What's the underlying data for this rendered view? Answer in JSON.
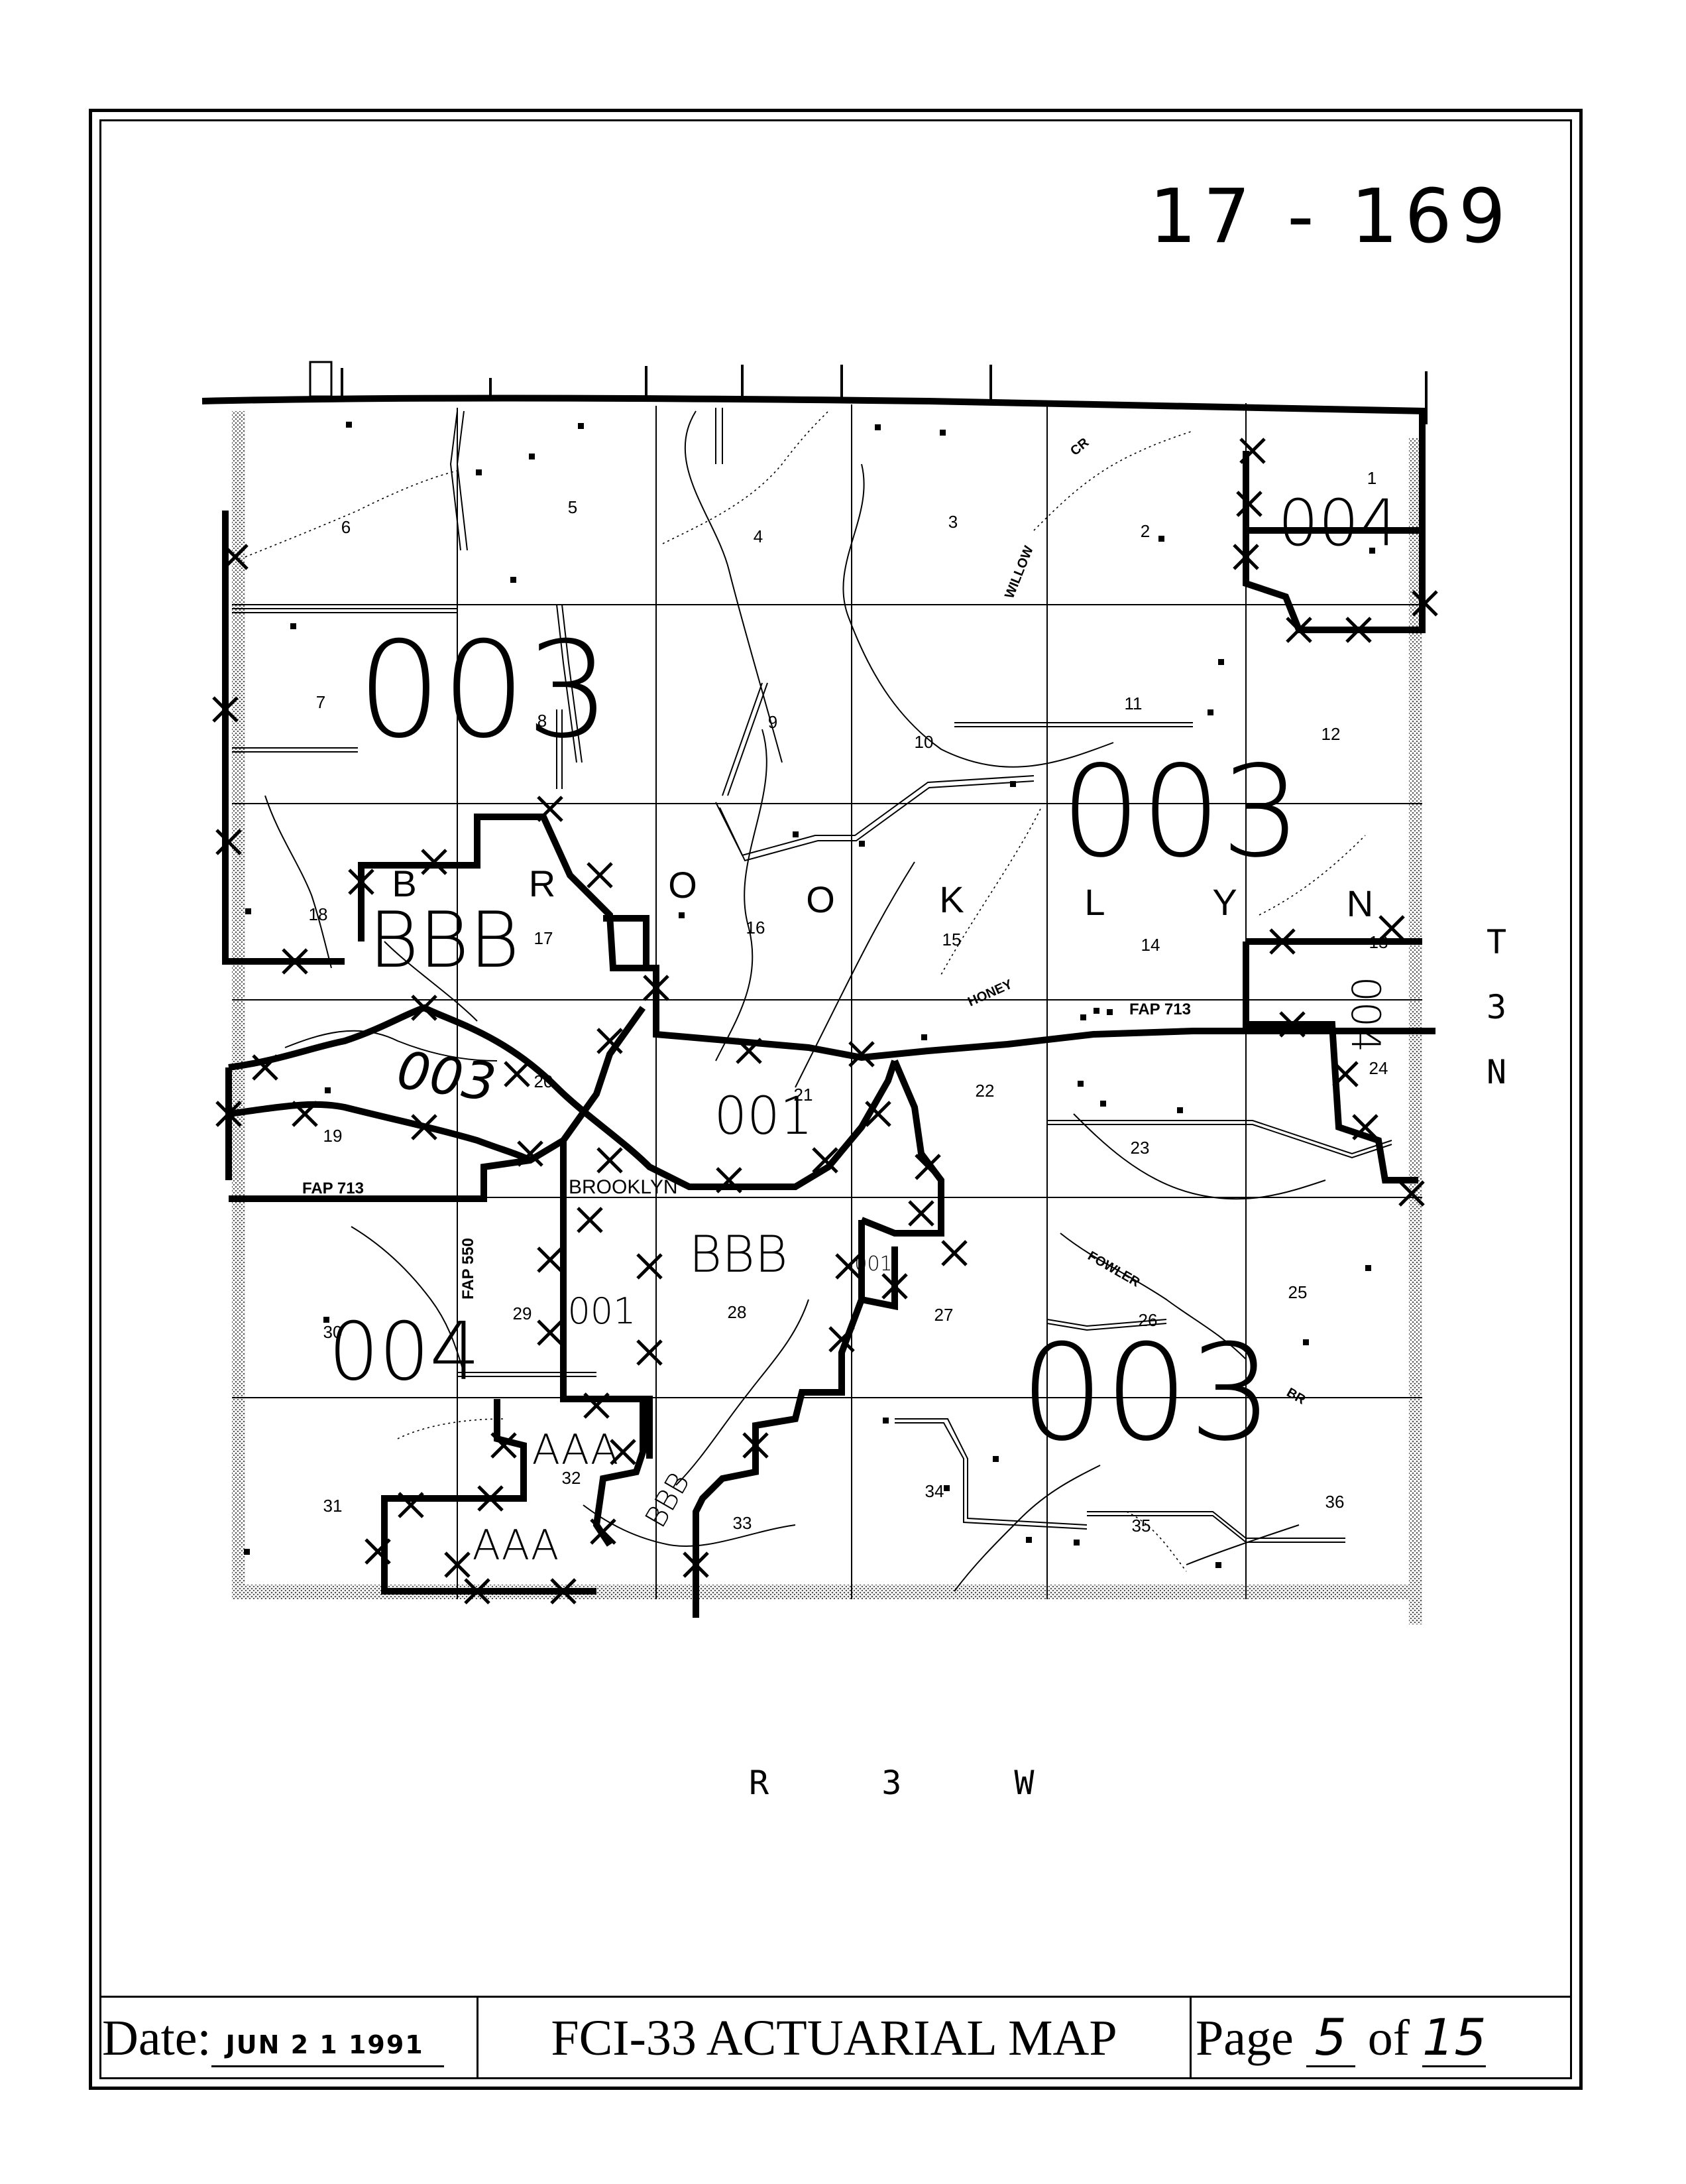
{
  "map_id": "17 - 169",
  "township_name_letters": [
    "B",
    "R",
    "O",
    "O",
    "K",
    "L",
    "Y",
    "N"
  ],
  "range_label": "R 3 W",
  "township_label": [
    "T",
    "3",
    "N"
  ],
  "town_name": "BROOKLYN",
  "roads": {
    "fap713_east": "FAP 713",
    "fap713_west": "FAP 713",
    "fap550": "FAP 550"
  },
  "creeks": {
    "willow": "WILLOW",
    "willow_cr": "CR",
    "honey": "HONEY",
    "fowler": "FOWLER",
    "fowler_br": "BR"
  },
  "sections": [
    "1",
    "2",
    "3",
    "4",
    "5",
    "6",
    "7",
    "8",
    "9",
    "10",
    "11",
    "12",
    "13",
    "14",
    "15",
    "16",
    "17",
    "18",
    "19",
    "20",
    "21",
    "22",
    "23",
    "24",
    "25",
    "26",
    "27",
    "28",
    "29",
    "30",
    "31",
    "32",
    "33",
    "34",
    "35",
    "36"
  ],
  "zones": {
    "z003_nw": "003",
    "z003_ne": "003",
    "z003_w": "003",
    "z003_se": "003",
    "z004_ne": "004",
    "z004_e": "004",
    "z004_sw": "004",
    "z001_center": "001",
    "z001_south": "001",
    "bbb_north": "BBB",
    "bbb_center": "BBB",
    "bbb_south": "BBB",
    "aaa_upper": "AAA",
    "aaa_lower": "AAA",
    "z001_small": "001"
  },
  "footer": {
    "date_label": "Date:",
    "date_value": "JUN 2 1 1991",
    "title": "FCI-33 ACTUARIAL MAP",
    "page_label": "Page",
    "page_num": "5",
    "page_of": "of",
    "page_total": "15"
  }
}
